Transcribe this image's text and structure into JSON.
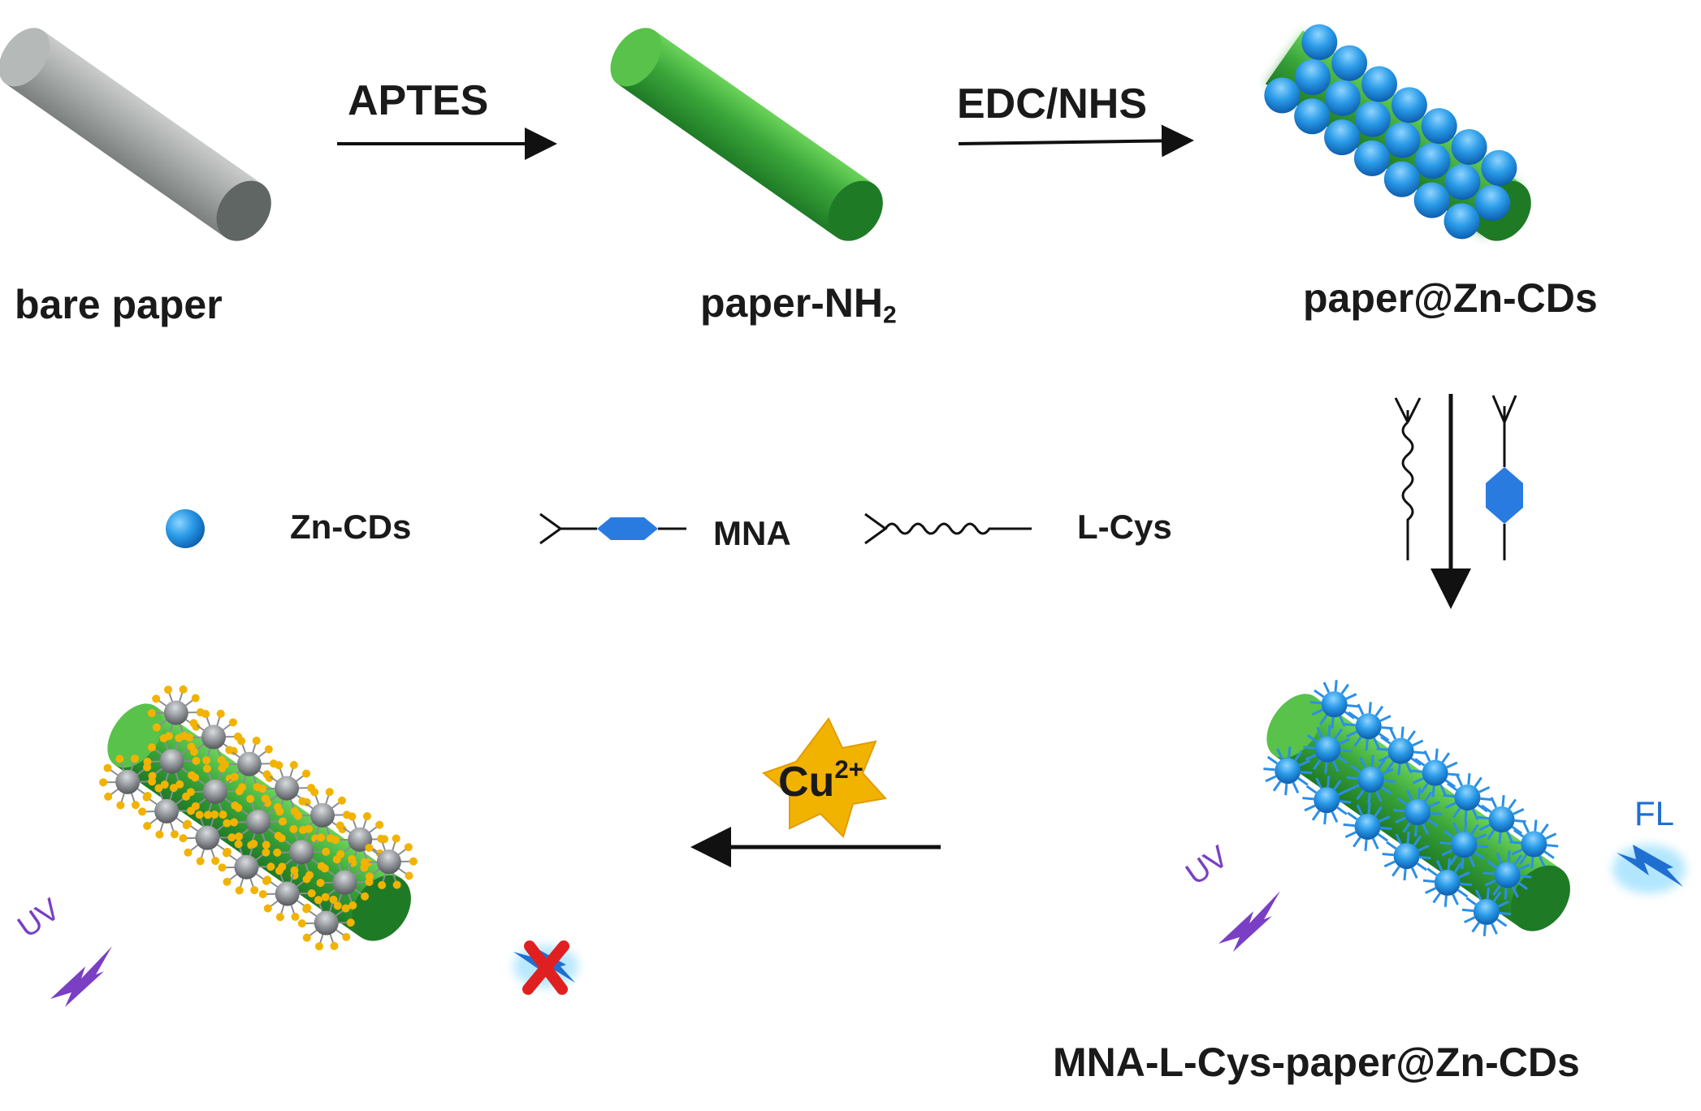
{
  "steps": {
    "step1_reagent": "APTES",
    "step2_reagent": "EDC/NHS"
  },
  "stages": {
    "bare": {
      "label_main": "bare paper"
    },
    "amine": {
      "label_main": "paper-NH",
      "label_sub": "2"
    },
    "zncd": {
      "label_main": "paper@Zn-CDs"
    },
    "functionalized": {
      "label_main": "MNA-L-Cys-paper@Zn-CDs"
    }
  },
  "legend": {
    "zncds": "Zn-CDs",
    "mna": "MNA",
    "lcys": "L-Cys"
  },
  "ion": {
    "symbol": "Cu",
    "charge": "2+"
  },
  "signals": {
    "uv_left": "UV",
    "uv_right": "UV",
    "fl": "FL"
  },
  "colors": {
    "paper_gray": "#9ea3a1",
    "paper_green": "#3aa63a",
    "zncd_blue": "#1f8fe6",
    "mna_blue": "#2a7be0",
    "quenched_gray": "#8a8e92",
    "cu_gold": "#f2b300",
    "uv_purple": "#7a3fc4",
    "cross_red": "#e02020"
  }
}
